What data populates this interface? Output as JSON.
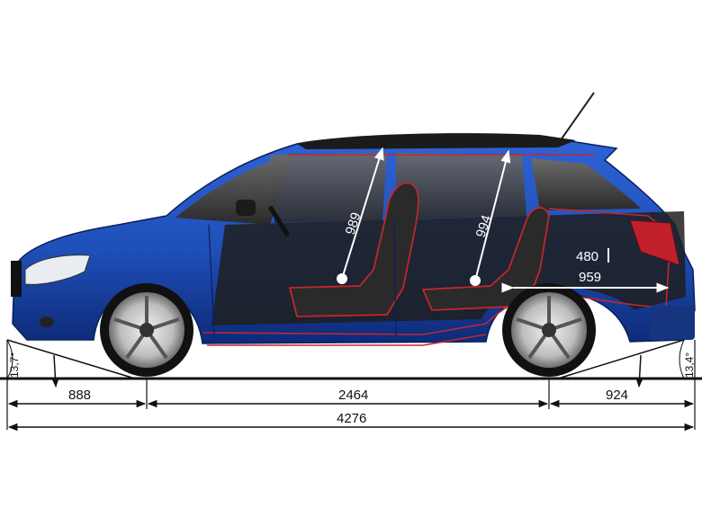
{
  "colors": {
    "body_blue": "#1f4fb8",
    "body_dark": "#0d2a78",
    "glass": "#3a3a3a",
    "interior_line": "#c0272d",
    "dimension_line": "#111111"
  },
  "labels": {
    "seat_height_front": "989",
    "seat_height_rear": "994",
    "boot_height": "480",
    "boot_length": "959",
    "front_overhang": "888",
    "wheelbase": "2464",
    "rear_overhang": "924",
    "overall_length": "4276",
    "approach_angle": "13,7°",
    "departure_angle": "13,4°"
  }
}
